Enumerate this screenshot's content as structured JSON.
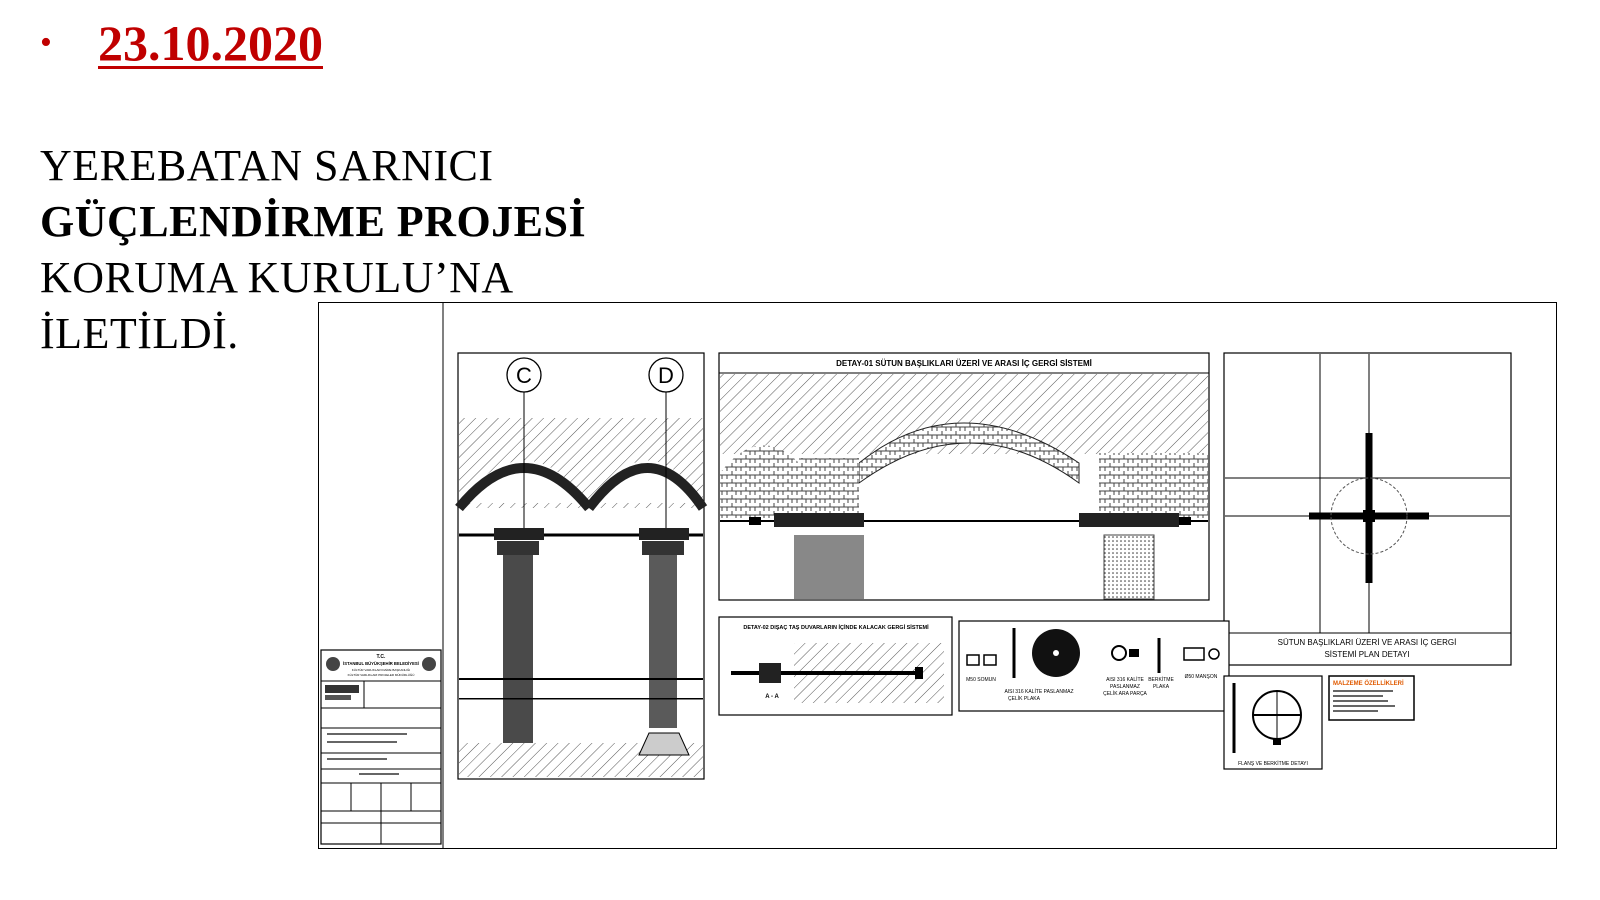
{
  "date": "23.10.2020",
  "title_lines": [
    "YEREBATAN SARNICI",
    "GÜÇLENDİRME PROJESİ",
    "KORUMA KURULU’NA",
    "İLETİLDİ."
  ],
  "drawing": {
    "grid_labels": [
      "C",
      "D"
    ],
    "title_block": {
      "tc": "T.C.",
      "municipality": "İSTANBUL BÜYÜKŞEHİR BELEDİYESİ",
      "department": "KÜLTÜR VARLIKLARI DAİRE BAŞKANLIĞI",
      "directorate": "KÜLTÜR VARLIKLARI PROJELER MÜDÜRLÜĞÜ"
    },
    "detail_01_title": "DETAY-01 SÜTUN BAŞLIKLARI ÜZERİ VE ARASI İÇ GERGİ SİSTEMİ",
    "detail_02_title": "DETAY-02 DIŞAÇ TAŞ DUVARLARIN İÇİNDE KALACAK GERGİ SİSTEMİ",
    "section_label": "A - A",
    "plan_title_line1": "SÜTUN BAŞLIKLARI ÜZERİ VE ARASI İÇ GERGİ",
    "plan_title_line2": "SİSTEMİ PLAN DETAYI",
    "parts": {
      "nut": "M50 SOMUN",
      "plate_1": "AISI 316 KALİTE PASLANMAZ",
      "plate_2": "ÇELİK PLAKA",
      "spacer_1": "AISI 316 KALİTE",
      "spacer_2": "PASLANMAZ",
      "spacer_3": "ÇELİK ARA PARÇA",
      "stiffener_1": "BERKİTME",
      "stiffener_2": "PLAKA",
      "coupler": "Ø50 MANŞON"
    },
    "flange_title": "FLANŞ VE BERKİTME DETAYI",
    "material_title": "MALZEME ÖZELLİKLERİ"
  }
}
